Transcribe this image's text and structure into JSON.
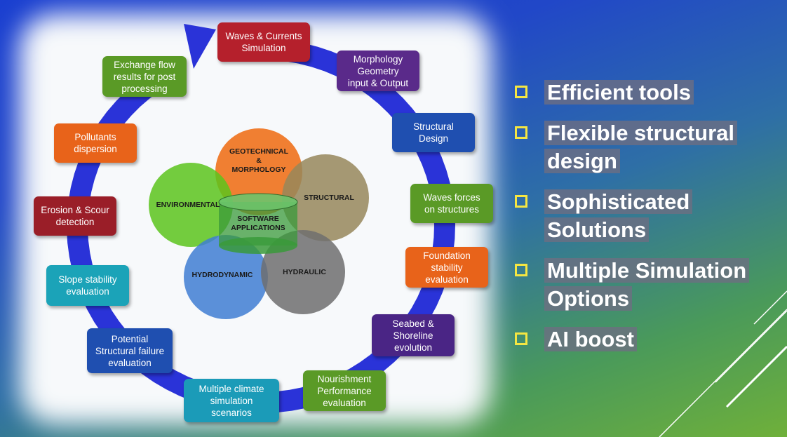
{
  "diagram": {
    "boxes": [
      {
        "name": "waves-currents",
        "label": "Waves & Currents\nSimulation",
        "color": "#b5202c"
      },
      {
        "name": "morphology",
        "label": "Morphology\nGeometry\ninput & Output",
        "color": "#5a2a8a"
      },
      {
        "name": "structural-design",
        "label": "Structural\nDesign",
        "color": "#1f4fb0"
      },
      {
        "name": "waves-forces",
        "label": "Waves forces\non structures",
        "color": "#5a9a26"
      },
      {
        "name": "foundation-stability",
        "label": "Foundation\nstability\nevaluation",
        "color": "#e8631a"
      },
      {
        "name": "seabed-shoreline",
        "label": "Seabed &\nShoreline\nevolution",
        "color": "#4a2585"
      },
      {
        "name": "nourishment",
        "label": "Nourishment\nPerformance\nevaluation",
        "color": "#5a9a26"
      },
      {
        "name": "climate-scenarios",
        "label": "Multiple climate\nsimulation\nscenarios",
        "color": "#1b9bb8"
      },
      {
        "name": "structural-failure",
        "label": "Potential\nStructural failure\nevaluation",
        "color": "#1f4fb0"
      },
      {
        "name": "slope-stability",
        "label": "Slope stability\nevaluation",
        "color": "#1ba3b8"
      },
      {
        "name": "erosion-scour",
        "label": "Erosion & Scour\ndetection",
        "color": "#9a1e28"
      },
      {
        "name": "pollutants",
        "label": "Pollutants\ndispersion",
        "color": "#e8631a"
      },
      {
        "name": "exchange-flow",
        "label": "Exchange flow\nresults for post\nprocessing",
        "color": "#5a9a26"
      }
    ],
    "venn": [
      {
        "name": "geotechnical",
        "label": "GEOTECHNICAL\n&\nMORPHOLOGY",
        "color": "#ee6a0e"
      },
      {
        "name": "environmental",
        "label": "ENVIRONMENTAL",
        "color": "#5cc41c"
      },
      {
        "name": "structural",
        "label": "STRUCTURAL",
        "color": "#97875a"
      },
      {
        "name": "hydrodynamic",
        "label": "HYDRODYNAMIC",
        "color": "#3f7ed2"
      },
      {
        "name": "hydraulic",
        "label": "HYDRAULIC",
        "color": "#6e6e6e"
      }
    ],
    "center": {
      "label": "SOFTWARE\nAPPLICATIONS",
      "color": "#3a9a3a"
    },
    "arrow_color": "#2a33d8"
  },
  "bullets": [
    "Efficient tools",
    "Flexible structural design",
    "Sophisticated Solutions",
    "Multiple Simulation Options",
    "AI boost"
  ],
  "bullet_color": "#f5e642"
}
